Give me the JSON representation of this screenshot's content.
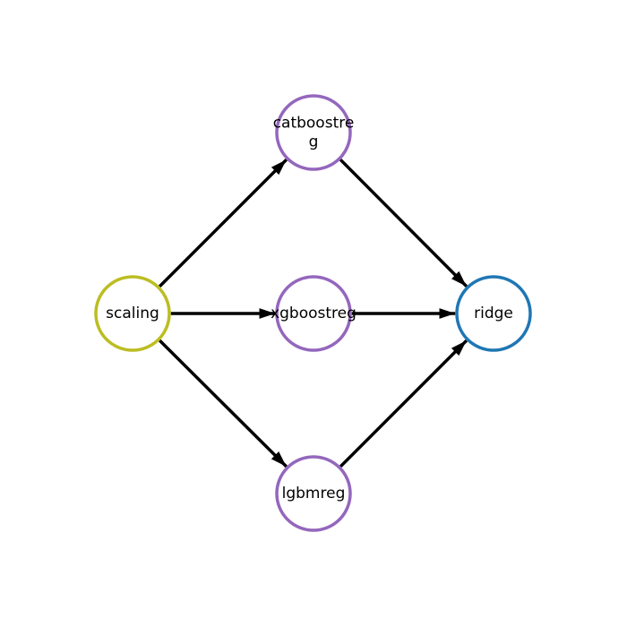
{
  "diagram": {
    "nodes": [
      {
        "id": "scaling",
        "label_lines": [
          "scaling"
        ],
        "color": "#bcbd22"
      },
      {
        "id": "catboostreg",
        "label_lines": [
          "catboostre",
          "g"
        ],
        "color": "#9467bd"
      },
      {
        "id": "xgboostreg",
        "label_lines": [
          "xgboostreg"
        ],
        "color": "#9467bd"
      },
      {
        "id": "lgbmreg",
        "label_lines": [
          "lgbmreg"
        ],
        "color": "#9467bd"
      },
      {
        "id": "ridge",
        "label_lines": [
          "ridge"
        ],
        "color": "#1f77b4"
      }
    ],
    "edges": [
      {
        "from": "scaling",
        "to": "catboostreg"
      },
      {
        "from": "scaling",
        "to": "xgboostreg"
      },
      {
        "from": "scaling",
        "to": "lgbmreg"
      },
      {
        "from": "catboostreg",
        "to": "ridge"
      },
      {
        "from": "xgboostreg",
        "to": "ridge"
      },
      {
        "from": "lgbmreg",
        "to": "ridge"
      }
    ],
    "edge_color": "#000000"
  }
}
